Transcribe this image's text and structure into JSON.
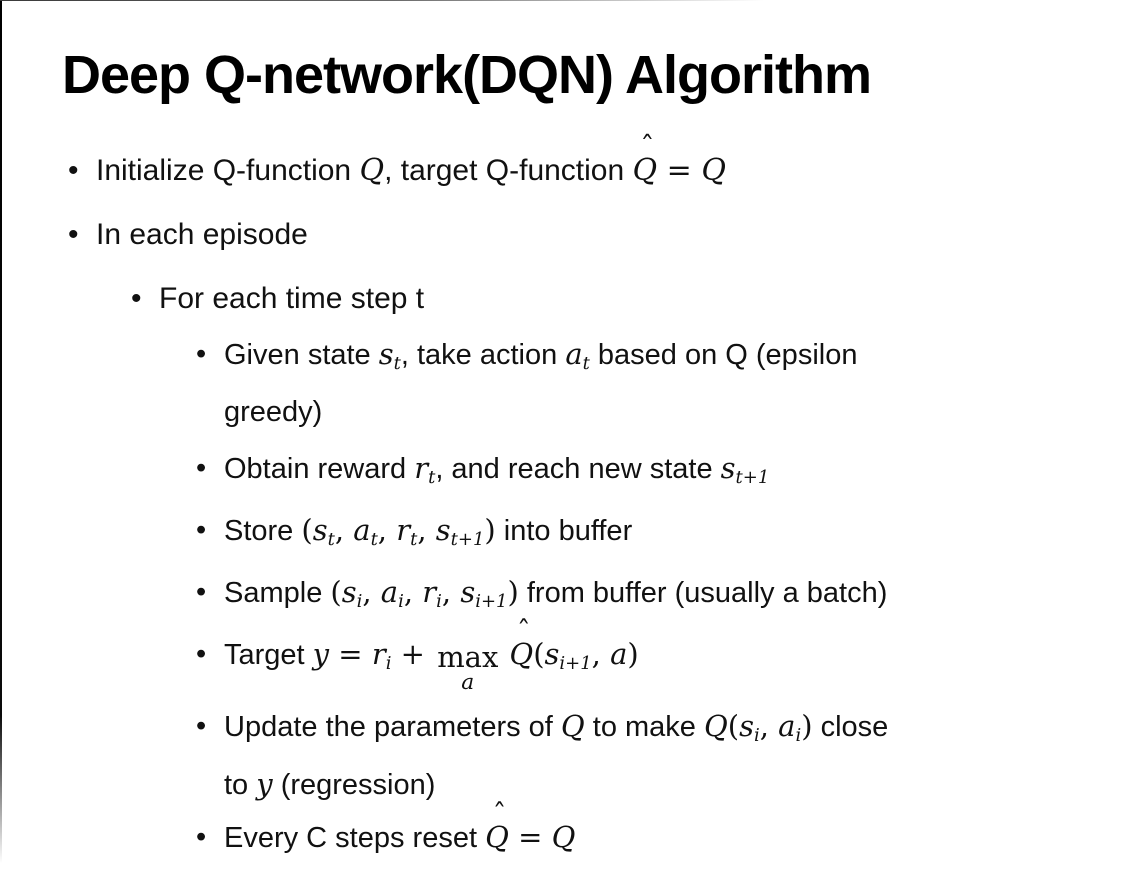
{
  "slide": {
    "title": "Deep Q-network(DQN) Algorithm",
    "bullet_char": "•",
    "colors": {
      "background": "#ffffff",
      "text": "#111111",
      "title": "#000000",
      "window_edge": "#000000"
    },
    "bullets": [
      {
        "level": 1,
        "spacing": "",
        "segments": [
          {
            "t": "Initialize Q-function "
          },
          {
            "v": "Q"
          },
          {
            "t": ", target Q-function "
          },
          {
            "h": "Q",
            "hc": "ˆ"
          },
          {
            "p": " = "
          },
          {
            "v": "Q"
          }
        ]
      },
      {
        "level": 1,
        "spacing": "",
        "segments": [
          {
            "t": "In each episode"
          }
        ]
      },
      {
        "level": 2,
        "spacing": "",
        "segments": [
          {
            "t": "For each time step t"
          }
        ]
      },
      {
        "level": 3,
        "spacing": "sp-lg",
        "segments": [
          {
            "t": "Given state "
          },
          {
            "v": "s",
            "s": "t"
          },
          {
            "t": ", take action "
          },
          {
            "v": "a",
            "s": "t"
          },
          {
            "t": " based on Q (epsilon"
          },
          {
            "br": true
          },
          {
            "t": "greedy)"
          }
        ]
      },
      {
        "level": 3,
        "spacing": "",
        "segments": [
          {
            "t": "Obtain reward "
          },
          {
            "v": "r",
            "s": "t"
          },
          {
            "t": ", and reach new state "
          },
          {
            "v": "s",
            "s": "t+1"
          }
        ]
      },
      {
        "level": 3,
        "spacing": "",
        "segments": [
          {
            "t": "Store "
          },
          {
            "p": "("
          },
          {
            "v": "s",
            "s": "t"
          },
          {
            "p": ", "
          },
          {
            "v": "a",
            "s": "t"
          },
          {
            "p": ", "
          },
          {
            "v": "r",
            "s": "t"
          },
          {
            "p": ", "
          },
          {
            "v": "s",
            "s": "t+1"
          },
          {
            "p": ")"
          },
          {
            "t": " into buffer"
          }
        ]
      },
      {
        "level": 3,
        "spacing": "",
        "segments": [
          {
            "t": "Sample "
          },
          {
            "p": "("
          },
          {
            "v": "s",
            "s": "i"
          },
          {
            "p": ", "
          },
          {
            "v": "a",
            "s": "i"
          },
          {
            "p": ", "
          },
          {
            "v": "r",
            "s": "i"
          },
          {
            "p": ", "
          },
          {
            "v": "s",
            "s": "i+1"
          },
          {
            "p": ")"
          },
          {
            "t": " from buffer (usually a batch)"
          }
        ]
      },
      {
        "level": 3,
        "spacing": "sp-xl",
        "segments": [
          {
            "t": "Target "
          },
          {
            "v": "y"
          },
          {
            "p": " = "
          },
          {
            "v": "r",
            "s": "i"
          },
          {
            "p": " + "
          },
          {
            "u": {
              "top": "max",
              "bot": "a"
            }
          },
          {
            "t": " "
          },
          {
            "h": "Q",
            "hc": "ˆ"
          },
          {
            "p": "("
          },
          {
            "v": "s",
            "s": "i+1"
          },
          {
            "p": ", "
          },
          {
            "v": "a"
          },
          {
            "p": ")"
          }
        ]
      },
      {
        "level": 3,
        "spacing": "",
        "segments": [
          {
            "t": "Update the parameters of "
          },
          {
            "v": "Q"
          },
          {
            "t": " to make "
          },
          {
            "v": "Q"
          },
          {
            "p": "("
          },
          {
            "v": "s",
            "s": "i"
          },
          {
            "p": ", "
          },
          {
            "v": "a",
            "s": "i"
          },
          {
            "p": ")"
          },
          {
            "t": " close"
          },
          {
            "br": true
          },
          {
            "t": "to "
          },
          {
            "v": "y"
          },
          {
            "t": " (regression)"
          }
        ]
      },
      {
        "level": 3,
        "spacing": "",
        "segments": [
          {
            "t": "Every C steps reset "
          },
          {
            "h": "Q",
            "hc": "ˆ"
          },
          {
            "p": " = "
          },
          {
            "v": "Q"
          }
        ]
      }
    ]
  }
}
